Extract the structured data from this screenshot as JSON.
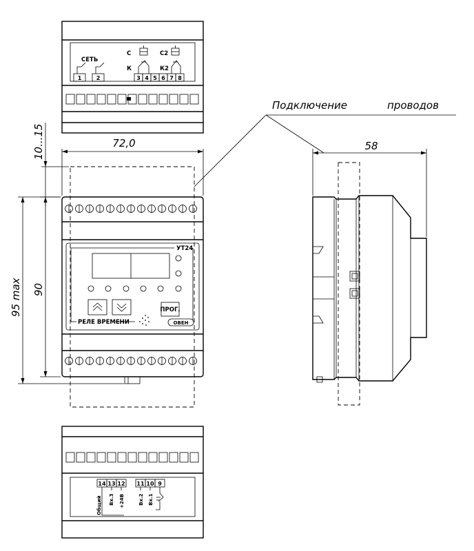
{
  "dimensions": {
    "width_72": "72,0",
    "depth_58": "58",
    "rail_offset": "10...15",
    "height_90": "90",
    "height_95": "95 max"
  },
  "annotation": {
    "wiring_1": "Подключение",
    "wiring_2": "проводов"
  },
  "top_terminal": {
    "network_label": "СЕТЬ",
    "c1_label": "С",
    "c2_label": "С2",
    "k1_label": "К",
    "k2_label": "К2",
    "terminals": [
      "1",
      "2",
      "3",
      "4",
      "5",
      "6",
      "7",
      "8"
    ]
  },
  "front_panel": {
    "model": "УТ24",
    "prog_button": "ПРОГ.",
    "device_name": "РЕЛЕ ВРЕМЕНИ",
    "brand": "ОВЕН"
  },
  "bottom_terminal": {
    "terminals": [
      "14",
      "13",
      "12",
      "11",
      "10",
      "9"
    ],
    "labels": [
      "Общий",
      "Вх.3",
      "+24В",
      "Вх.2",
      "Вх.1"
    ]
  }
}
